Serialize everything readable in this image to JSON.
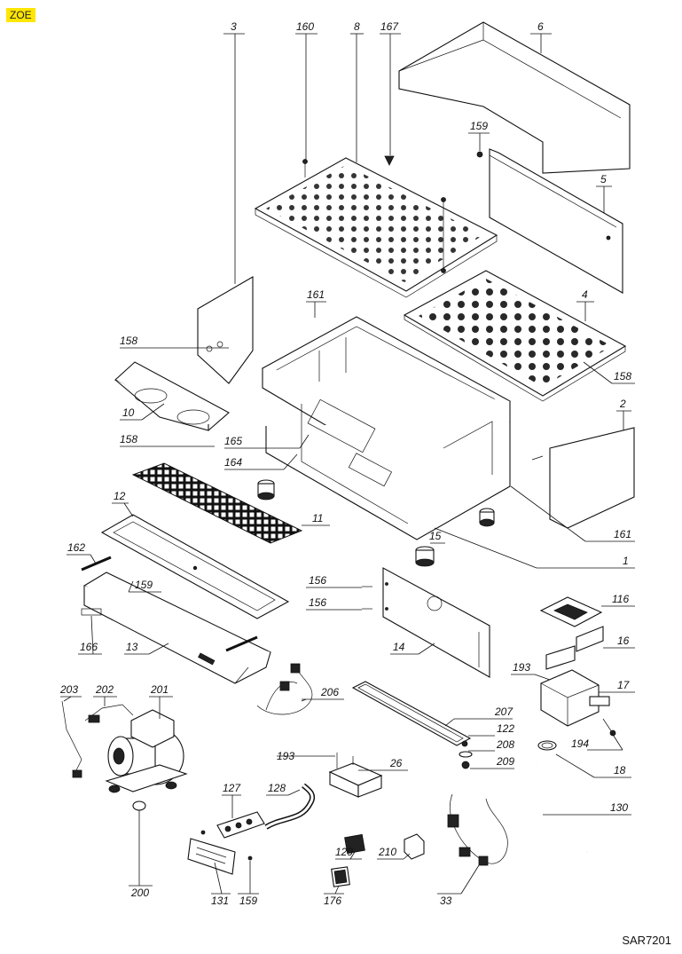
{
  "brand_tag": "ZOE",
  "document_code": "SAR7201",
  "labels": {
    "p3": "3",
    "p160": "160",
    "p8": "8",
    "p167": "167",
    "p6": "6",
    "p159a": "159",
    "p5": "5",
    "p161a": "161",
    "p4": "4",
    "p158a": "158",
    "p158b": "158",
    "p10": "10",
    "p158c": "158",
    "p165": "165",
    "p164": "164",
    "p2": "2",
    "p12": "12",
    "p11": "11",
    "p161b": "161",
    "p162": "162",
    "p15": "15",
    "p1": "1",
    "p159b": "159",
    "p156a": "156",
    "p156b": "156",
    "p116": "116",
    "p166": "166",
    "p13": "13",
    "p14": "14",
    "p16": "16",
    "p193a": "193",
    "p17": "17",
    "p203": "203",
    "p202": "202",
    "p201": "201",
    "p206": "206",
    "p207": "207",
    "p122": "122",
    "p208": "208",
    "p194": "194",
    "p193b": "193",
    "p26": "26",
    "p209": "209",
    "p18": "18",
    "p127": "127",
    "p128": "128",
    "p130": "130",
    "p129": "129",
    "p210": "210",
    "p200": "200",
    "p131": "131",
    "p159c": "159",
    "p176": "176",
    "p33": "33"
  },
  "colors": {
    "brand_tag_bg": "#ffe600",
    "ink": "#111111"
  }
}
